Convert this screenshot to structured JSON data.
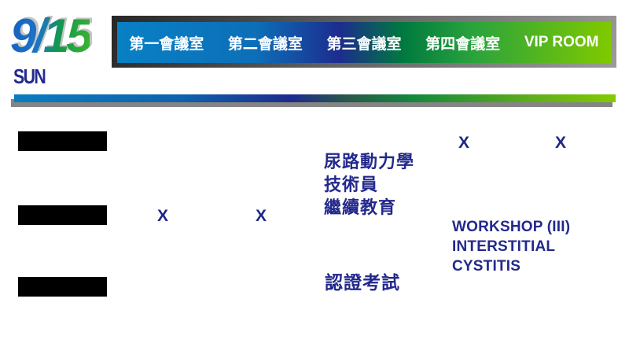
{
  "date_block": {
    "date": "9/15",
    "weekday": "SUN"
  },
  "rooms": {
    "items": [
      {
        "label": "第一會議室"
      },
      {
        "label": "第二會議室"
      },
      {
        "label": "第三會議室"
      },
      {
        "label": "第四會議室"
      },
      {
        "label": "VIP ROOM"
      }
    ]
  },
  "colors": {
    "accent_navy": "#1e2688",
    "header_gradient": [
      "#0980c4",
      "#0c6fb8",
      "#1d2c8e",
      "#007a3e",
      "#2aa33d",
      "#80c900"
    ],
    "date_gradient": [
      "#1460bd",
      "#14984a",
      "#3cb52e"
    ],
    "redaction_bar": "#000000"
  },
  "schedule": {
    "time_slots_redacted_count": 3,
    "cells": {
      "slot1_room4_closed": "X",
      "slot1_viproom_closed": "X",
      "room3_course": "尿路動力學\n技術員\n繼續教育",
      "slot2_room1_closed": "X",
      "slot2_room2_closed": "X",
      "room4_workshop": "WORKSHOP (III)\nINTERSTITIAL\nCYSTITIS",
      "room3_exam": "認證考試"
    }
  }
}
